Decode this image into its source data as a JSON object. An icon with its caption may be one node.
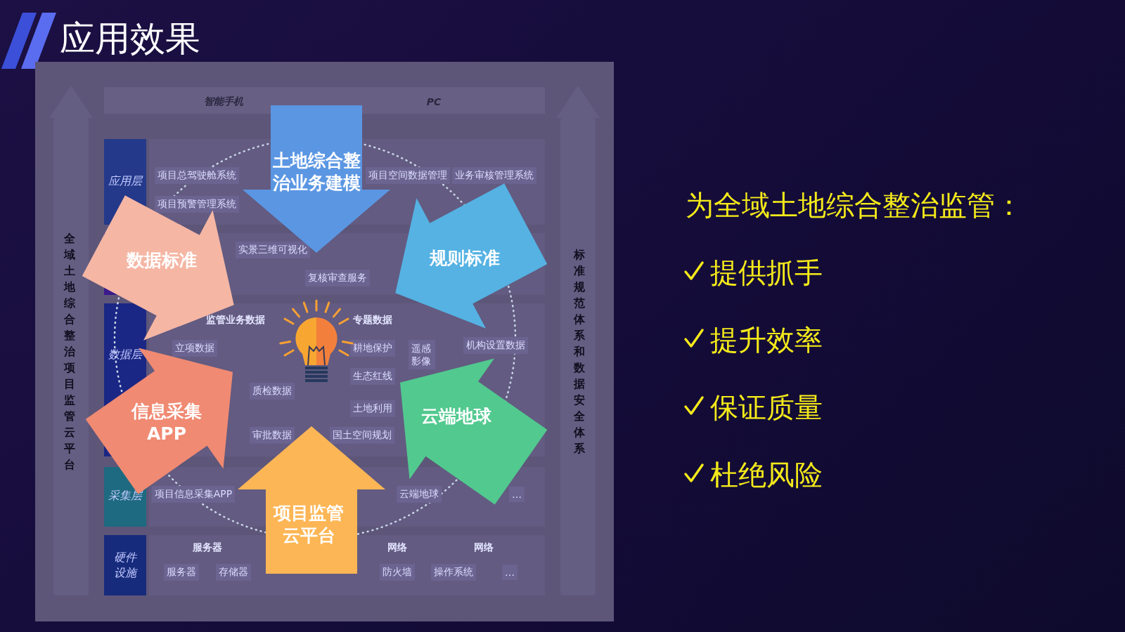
{
  "diagram": {
    "title": "应用效果",
    "nodes": [
      {
        "text": [],
        "shape": "picture"
      },
      {
        "text": [
          "土地综合整治业务建模"
        ]
      },
      {
        "text": [
          "数据标准"
        ]
      },
      {
        "text": [
          "规则标准"
        ]
      },
      {
        "text": [
          "信息采集APP"
        ]
      },
      {
        "text": [
          "云端地球"
        ]
      },
      {
        "text": [
          "项目监管云平台"
        ]
      }
    ],
    "labels": [
      "智能手机",
      "PC",
      "应用层",
      "项目总驾驶舱系统",
      "项目空间数据管理",
      "业务审核管理系统",
      "项目预警管理系统",
      "实景三维可视化",
      "复核审查服务",
      "全域土地综合整治项目监管云平台",
      "标准规范体系和数据安全体系",
      "数据层",
      "监管业务数据",
      "专题数据",
      "立项数据",
      "耕地保护",
      "机构设置数据",
      "遥感影像",
      "生态红线",
      "质检数据",
      "土地利用",
      "审批数据",
      "国土空间规划",
      "采集层",
      "项目信息采集APP",
      "云端地球",
      "…",
      "硬件设施",
      "服务器",
      "网络",
      "网络",
      "服务器",
      "存储器",
      "防火墙",
      "操作系统",
      "…",
      "为全域土地综合整治监管：",
      "提供抓手",
      "提升效率",
      "保证质量",
      "杜绝风险"
    ]
  }
}
